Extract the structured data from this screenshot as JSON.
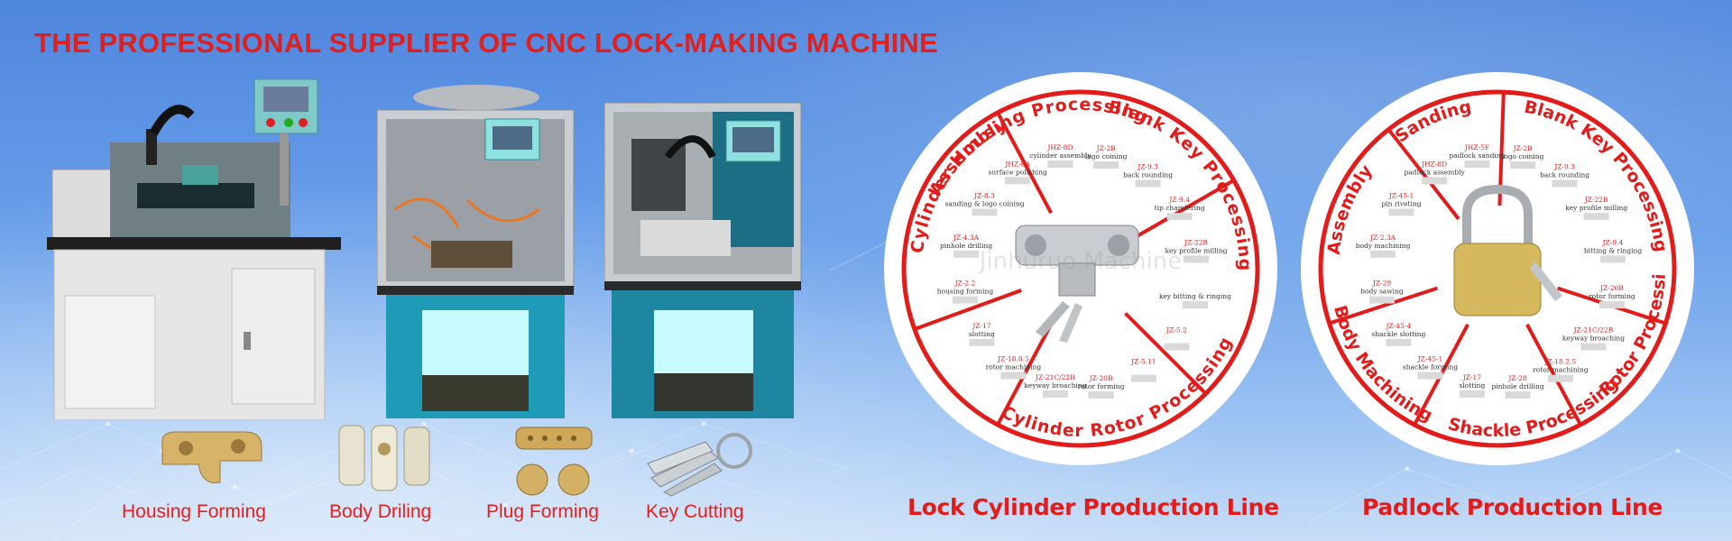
{
  "headline": "THE PROFESSIONAL SUPPLIER OF CNC LOCK-MAKING MACHINE",
  "product_captions": [
    "Housing Forming",
    "Body Driling",
    "Plug Forming",
    "Key Cutting"
  ],
  "watermark": "Jinhuruo Machine",
  "cylinder_wheel": {
    "title": "Lock Cylinder Production Line",
    "segments": [
      "Assembly",
      "Blank Key Processing",
      "Cylinder Rotor Processing",
      "Cylinder Housing Processing"
    ],
    "steps": [
      {
        "code": "JHZ-8D",
        "label": "cylinder assembly"
      },
      {
        "code": "JZ-2B",
        "label": "logo coining"
      },
      {
        "code": "JZ-9.3",
        "label": "back rounding"
      },
      {
        "code": "JZ-9.4",
        "label": "tip chamfering"
      },
      {
        "code": "JZ-22B",
        "label": "key profile milling"
      },
      {
        "code": "",
        "label": "key bitting & ringing"
      },
      {
        "code": "JZ-5.2",
        "label": ""
      },
      {
        "code": "JZ-5.11",
        "label": ""
      },
      {
        "code": "JZ-20B",
        "label": "rotor forming"
      },
      {
        "code": "JZ-21C/22B",
        "label": "keyway broaching"
      },
      {
        "code": "JZ-18.8.5",
        "label": "rotor machining"
      },
      {
        "code": "JZ-17",
        "label": "slotting"
      },
      {
        "code": "JZ-2.2",
        "label": "housing forming"
      },
      {
        "code": "JZ-4.3A",
        "label": "pinhole drilling"
      },
      {
        "code": "JZ-8.3",
        "label": "sanding & logo coining"
      },
      {
        "code": "JHZ-6A",
        "label": "surface polishing"
      }
    ]
  },
  "padlock_wheel": {
    "title": "Padlock Production Line",
    "segments": [
      "Sanding",
      "Blank Key Processing",
      "Rotor Processing",
      "Shackle Processing",
      "Body Machining",
      "Assembly"
    ],
    "steps": [
      {
        "code": "JHZ-5F",
        "label": "padlock sanding"
      },
      {
        "code": "JZ-2B",
        "label": "logo coining"
      },
      {
        "code": "JZ-9.3",
        "label": "back rounding"
      },
      {
        "code": "JZ-22B",
        "label": "key profile milling"
      },
      {
        "code": "JZ-9.4",
        "label": "bitting & ringing"
      },
      {
        "code": "JZ-20B",
        "label": "rotor forming"
      },
      {
        "code": "JZ-21C/22B",
        "label": "keyway broaching"
      },
      {
        "code": "JZ-18.2.5",
        "label": "rotor machining"
      },
      {
        "code": "JZ-28",
        "label": "pinhole drilling"
      },
      {
        "code": "JZ-17",
        "label": "slotting"
      },
      {
        "code": "JZ-45-1",
        "label": "shackle forming"
      },
      {
        "code": "JZ-45-4",
        "label": "shackle slotting"
      },
      {
        "code": "JZ-29",
        "label": "body sawing"
      },
      {
        "code": "JZ-2.3A",
        "label": "body machining"
      },
      {
        "code": "JZ-45-1",
        "label": "pin riveting"
      },
      {
        "code": "JHZ-8D",
        "label": "padlock assembly"
      }
    ]
  },
  "colors": {
    "accent_red": "#e21b1b",
    "background": "#5f93e4",
    "machine_teal": "#1f9bb8"
  }
}
